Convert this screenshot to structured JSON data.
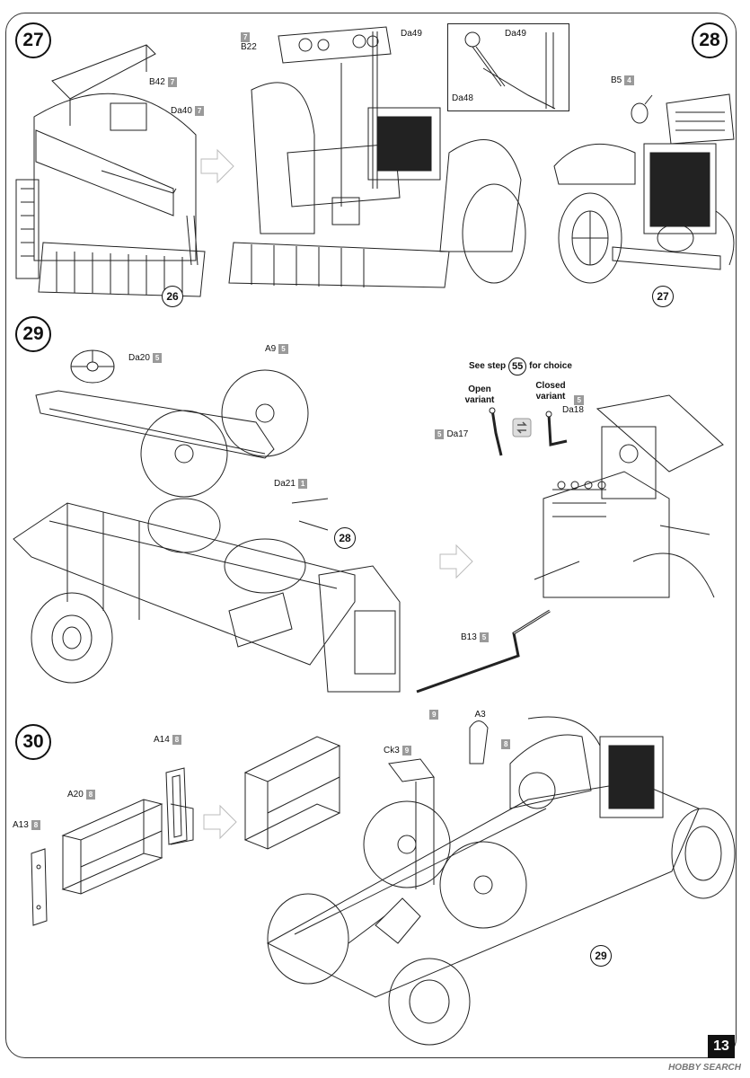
{
  "steps": {
    "s27": "27",
    "s28": "28",
    "s29": "29",
    "s30": "30"
  },
  "callouts": {
    "b42": {
      "code": "B42",
      "num": "7"
    },
    "da40": {
      "code": "Da40",
      "num": "7"
    },
    "b22": {
      "code": "B22",
      "num": "7"
    },
    "da49a": {
      "code": "Da49"
    },
    "da49b": {
      "code": "Da49"
    },
    "da48": {
      "code": "Da48"
    },
    "b5": {
      "code": "B5",
      "num": "4"
    },
    "da20": {
      "code": "Da20",
      "num": "5"
    },
    "a9": {
      "code": "A9",
      "num": "5"
    },
    "da21": {
      "code": "Da21",
      "num": "1"
    },
    "da17": {
      "code": "Da17",
      "num": "5"
    },
    "da18": {
      "code": "Da18",
      "num": "5"
    },
    "b13": {
      "code": "B13",
      "num": "5"
    },
    "a14": {
      "code": "A14",
      "num": "8"
    },
    "a20": {
      "code": "A20",
      "num": "8"
    },
    "a13": {
      "code": "A13",
      "num": "8"
    },
    "ck3": {
      "code": "Ck3",
      "num": "9"
    },
    "a3": {
      "code": "A3",
      "num": "9",
      "num2": "8"
    }
  },
  "refs": {
    "r26": "26",
    "r27": "27",
    "r28": "28",
    "r29": "29"
  },
  "notes": {
    "see_step_pre": "See step",
    "see_step_num": "55",
    "see_step_post": "for choice",
    "open_variant": "Open variant",
    "closed_variant": "Closed variant"
  },
  "page": {
    "number": "13",
    "watermark": "HOBBY SEARCH"
  }
}
